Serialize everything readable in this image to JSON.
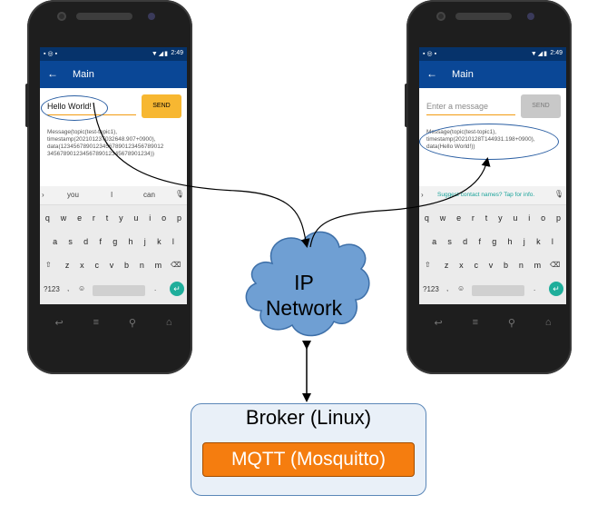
{
  "left_phone": {
    "status_time": "2:49",
    "appbar_title": "Main",
    "back_icon": "arrow-left",
    "message_value": "Hello World!",
    "send_label": "SEND",
    "log_text": "Message(topic(test-topic1),\ntimestamp(20210123T032648.907+0900),\ndata(12345678901234567890123456789012\n34567890123456789012345678901234))",
    "suggestions": [
      "you",
      "I",
      "can"
    ],
    "row1": [
      "q",
      "w",
      "e",
      "r",
      "t",
      "y",
      "u",
      "i",
      "o",
      "p"
    ],
    "row2": [
      "a",
      "s",
      "d",
      "f",
      "g",
      "h",
      "j",
      "k",
      "l"
    ],
    "row3": [
      "z",
      "x",
      "c",
      "v",
      "b",
      "n",
      "m"
    ],
    "sym_key": "?123",
    "comma_key": ",",
    "period_key": "."
  },
  "right_phone": {
    "status_time": "2:49",
    "appbar_title": "Main",
    "back_icon": "arrow-left",
    "message_placeholder": "Enter a message",
    "send_label": "SEND",
    "log_text": "Message(topic(test-topic1),\ntimestamp(20210128T144931.198+0900),\ndata(Hello World!))",
    "suggest_hint": "Suggest contact names? Tap for info.",
    "row1": [
      "q",
      "w",
      "e",
      "r",
      "t",
      "y",
      "u",
      "i",
      "o",
      "p"
    ],
    "row2": [
      "a",
      "s",
      "d",
      "f",
      "g",
      "h",
      "j",
      "k",
      "l"
    ],
    "row3": [
      "z",
      "x",
      "c",
      "v",
      "b",
      "n",
      "m"
    ],
    "sym_key": "?123",
    "comma_key": ",",
    "period_key": "."
  },
  "network": {
    "label_line1": "IP",
    "label_line2": "Network",
    "cloud_color": "#6f9fd3"
  },
  "broker": {
    "title": "Broker (Linux)",
    "service": "MQTT (Mosquitto)",
    "service_color": "#f57d0f",
    "box_color": "#e9f0f8"
  }
}
